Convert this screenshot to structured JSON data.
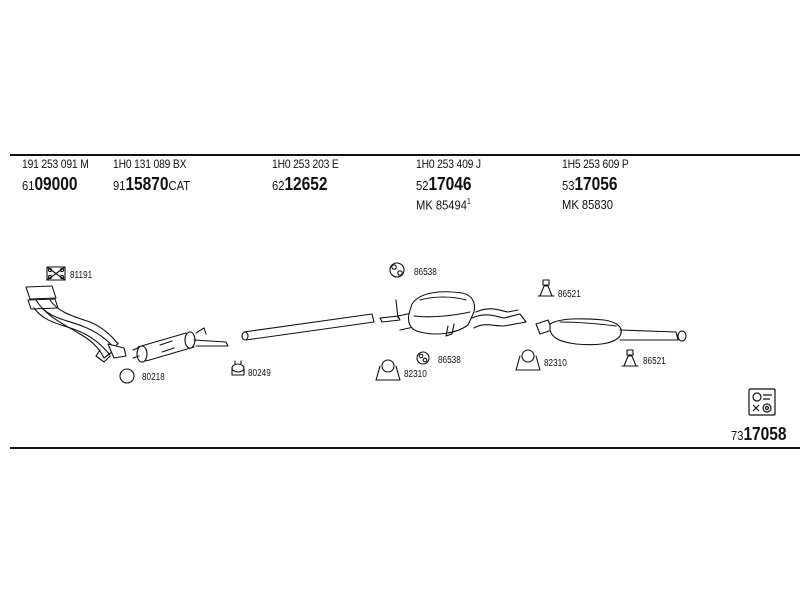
{
  "columns": [
    {
      "oe": "191 253 091 M",
      "prefix": "61",
      "main": "09000",
      "suffix": "",
      "mk": "",
      "mk_sup": ""
    },
    {
      "oe": "1H0 131 089 BX",
      "prefix": "91",
      "main": "15870",
      "suffix": "CAT",
      "mk": "",
      "mk_sup": ""
    },
    {
      "oe": "1H0 253 203 E",
      "prefix": "62",
      "main": "12652",
      "suffix": "",
      "mk": "",
      "mk_sup": ""
    },
    {
      "oe": "1H0 253 409 J",
      "prefix": "52",
      "main": "17046",
      "suffix": "",
      "mk": "MK  85494",
      "mk_sup": "1"
    },
    {
      "oe": "1H5 253 609 P",
      "prefix": "53",
      "main": "17056",
      "suffix": "",
      "mk": "MK  85830",
      "mk_sup": ""
    }
  ],
  "part_labels": {
    "p81191": "81191",
    "p80218": "80218",
    "p80249": "80249",
    "p86538a": "86538",
    "p86538b": "86538",
    "p82310a": "82310",
    "p82310b": "82310",
    "p86521a": "86521",
    "p86521b": "86521"
  },
  "reference": {
    "prefix": "73",
    "main": "17058"
  },
  "colors": {
    "ink": "#111111",
    "background": "#ffffff"
  }
}
